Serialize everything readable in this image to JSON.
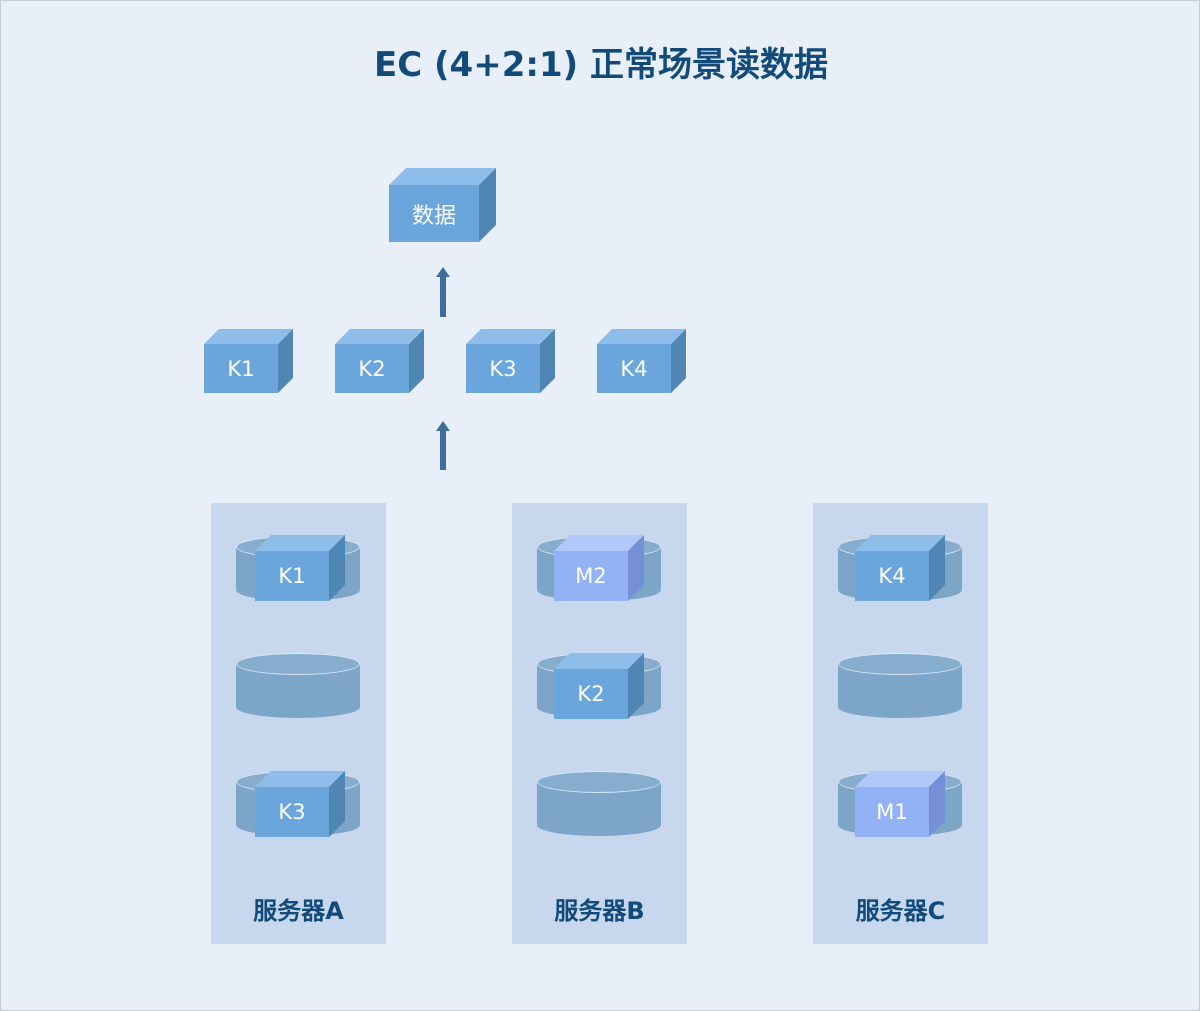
{
  "title": "EC (4+2:1) 正常场景读数据",
  "data_block": "数据",
  "row_blocks": [
    "K1",
    "K2",
    "K3",
    "K4"
  ],
  "servers": [
    {
      "name": "服务器A",
      "disks": [
        "K1",
        "",
        "K3"
      ]
    },
    {
      "name": "服务器B",
      "disks": [
        "M2",
        "K2",
        ""
      ]
    },
    {
      "name": "服务器C",
      "disks": [
        "K4",
        "",
        "M1"
      ]
    }
  ],
  "colors": {
    "background": "#e9eff9",
    "panel": "#c6d7ee",
    "title": "#124a7a",
    "data_cube_front": "#6aa6db",
    "data_cube_top": "#8dbde8",
    "data_cube_side": "#4f86b3",
    "parity_cube_front": "#93b1f5",
    "parity_cube_top": "#b3c8fa",
    "parity_cube_side": "#7590d6",
    "disk": "#7ca5c7",
    "arrow": "#3e6e99"
  }
}
